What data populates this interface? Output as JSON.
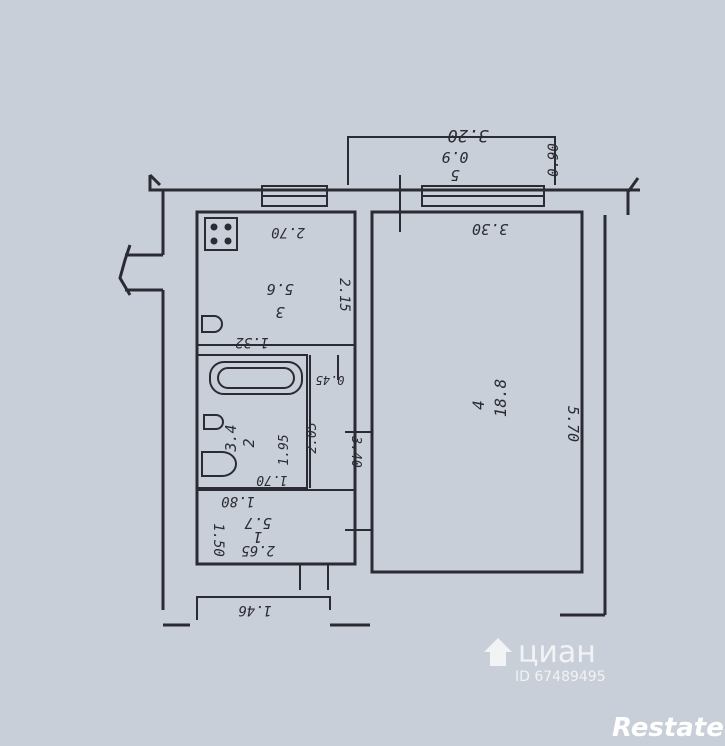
{
  "plan": {
    "rooms": [
      {
        "number": "5",
        "area": "0.9"
      },
      {
        "number": "3",
        "area": "5.6"
      },
      {
        "number": "2",
        "area": "3.4"
      },
      {
        "number": "1",
        "area": "5.7"
      },
      {
        "number": "4",
        "area": "18.8"
      }
    ],
    "dimensions": {
      "balcony_length": "3.20",
      "balcony_depth": "0.90",
      "room4_width": "3.30",
      "room4_length": "5.70",
      "kitchen_width": "2.70",
      "kitchen_length": "2.15",
      "kitchen_niche": "1.32",
      "small_gap": "0.45",
      "bath_length": "2.05",
      "bath_width": "1.95",
      "bath_inner": "1.70",
      "partition_length": "3.40",
      "hall_width_top": "1.80",
      "hall_width_bottom": "2.65",
      "hall_depth": "1.50",
      "entry": "1.46"
    }
  },
  "watermark": {
    "brand": "циан",
    "id": "ID 67489495"
  },
  "logo": {
    "text": "Restate"
  },
  "colors": {
    "background": "#c9cfd8",
    "ink": "#2b2b33"
  }
}
